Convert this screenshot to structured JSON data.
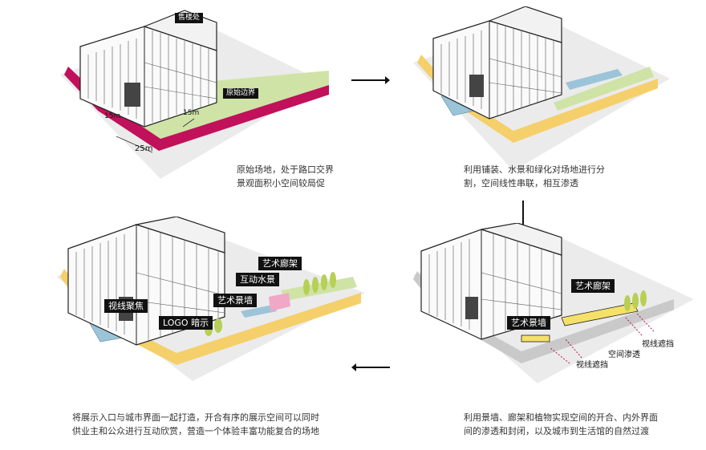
{
  "panels": {
    "p1": {
      "labels": {
        "sales": "售楼处",
        "boundary": "原始边界",
        "dim_25": "25m",
        "dim_15_left": "15m",
        "dim_15_right": "15m"
      },
      "caption": [
        "原始场地，处于路口交界",
        "景观面积小空间较局促"
      ]
    },
    "p2": {
      "caption": [
        "利用铺装、水景和绿化对场地进行分",
        "割，空间线性串联，相互渗透"
      ]
    },
    "p3": {
      "labels": {
        "art_gallery": "艺术廊架",
        "water": "互动水景",
        "art_wall": "艺术景墙",
        "focus": "视线聚焦",
        "logo": "LOGO 暗示"
      },
      "caption": [
        "将展示入口与城市界面一起打造，开合有序的展示空间可以同时",
        "供业主和公众进行互动欣赏，营造一个体验丰富功能复合的场地"
      ]
    },
    "p4": {
      "labels": {
        "art_gallery": "艺术廊架",
        "art_wall": "艺术景墙",
        "block1": "视线遮挡",
        "permeate": "空间渗透",
        "block2": "视线遮挡"
      },
      "caption": [
        "利用景墙、廊架和植物实现空间的开合、内外界面",
        "间的渗透和封闭，以及城市到生活馆的自然过渡"
      ]
    }
  },
  "colors": {
    "boundary": "#c0115a",
    "green": "#cfe3a6",
    "paving": "#f5cf6a",
    "water": "#9cc4d8",
    "pink": "#f0a8c6",
    "grey_paving": "#c9c9c9"
  }
}
